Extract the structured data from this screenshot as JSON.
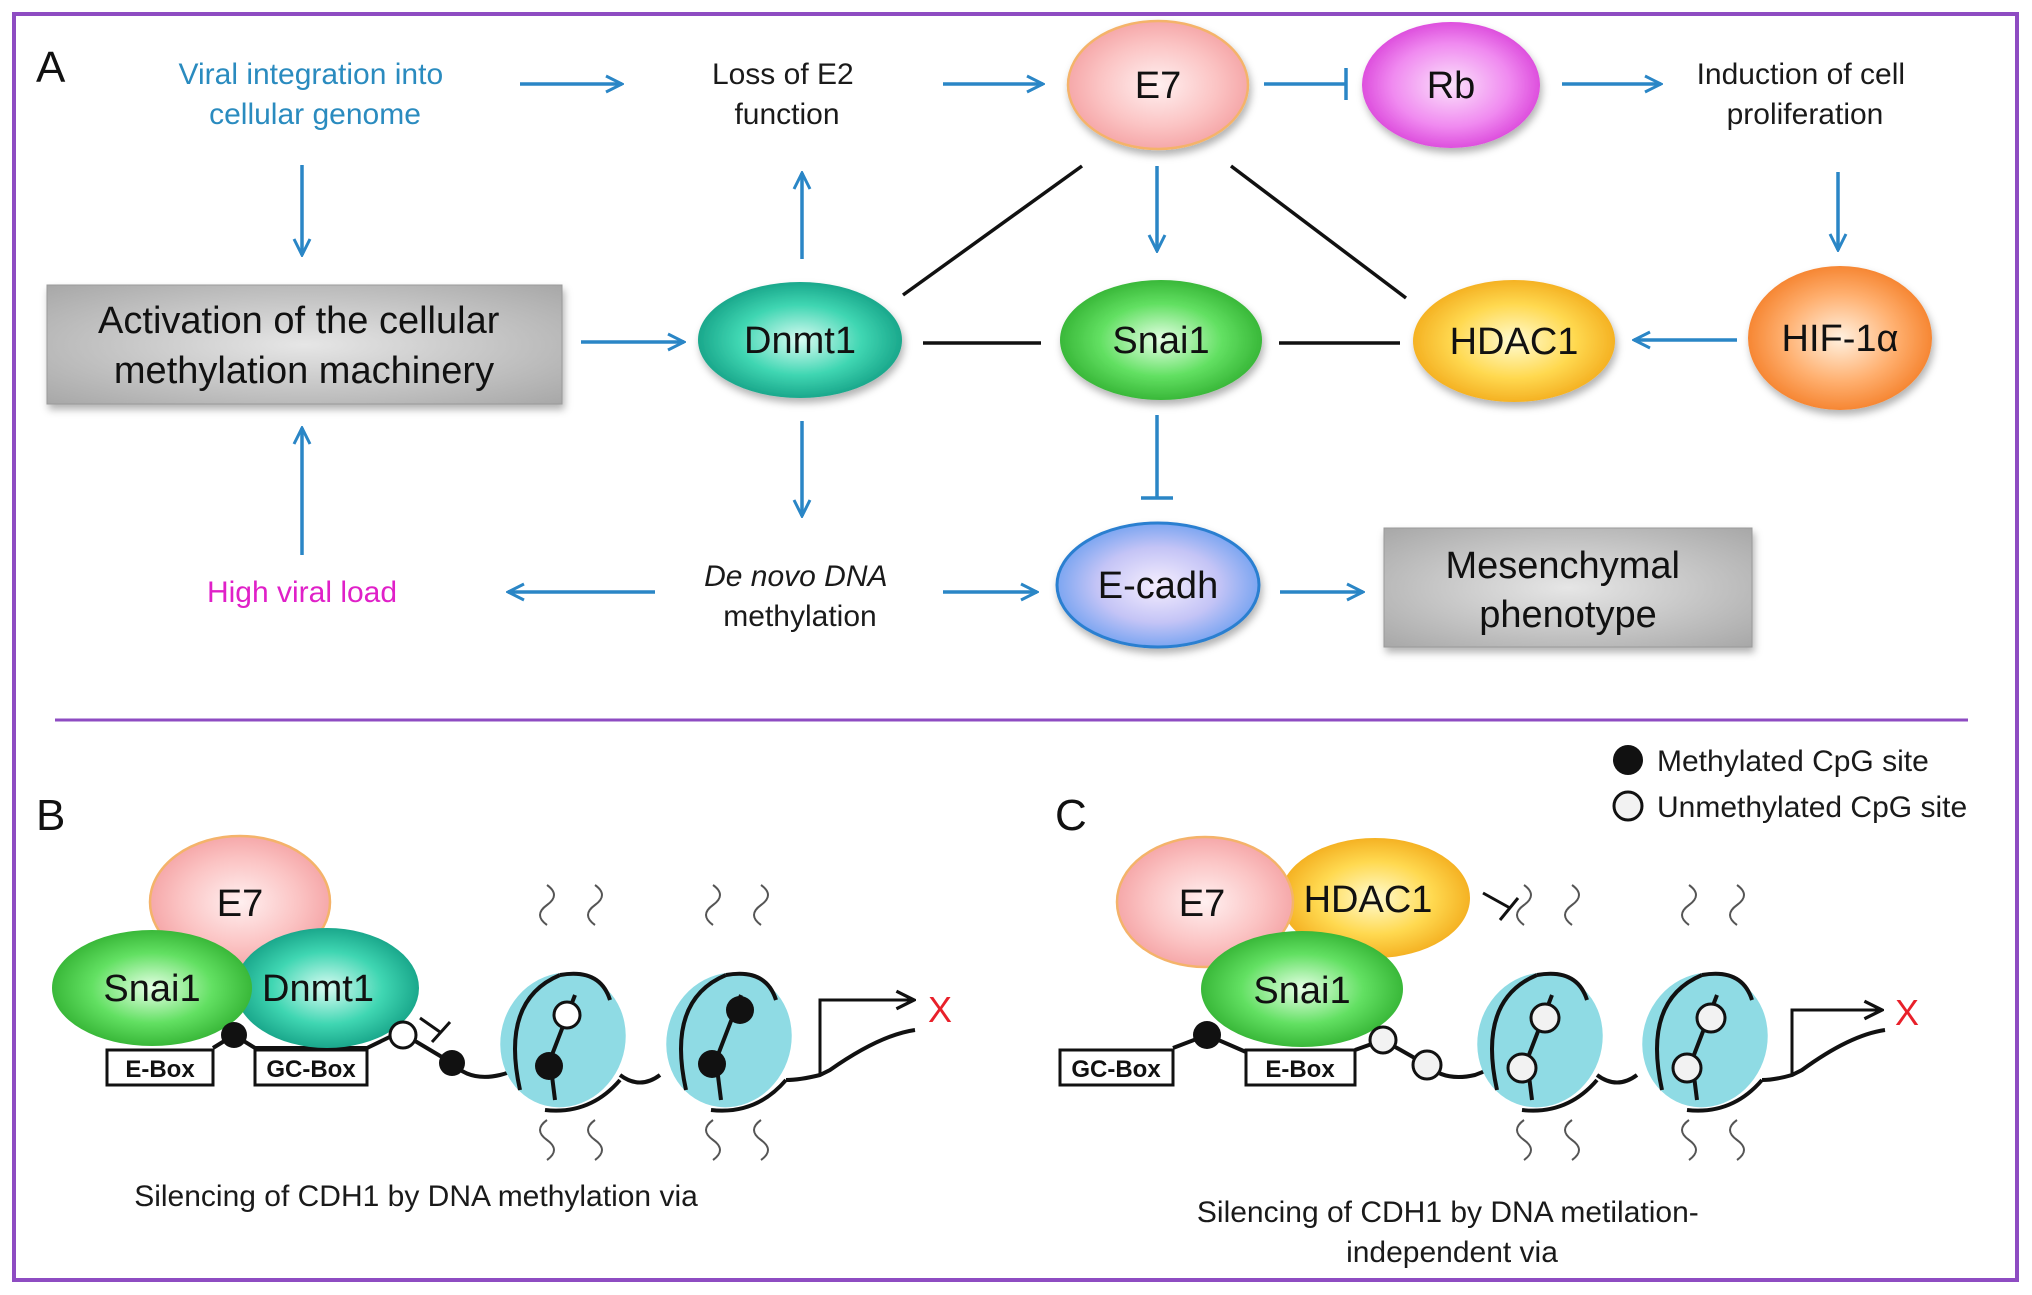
{
  "colors": {
    "frame": "#8e4cc2",
    "arrow": "#2a86c6",
    "link": "#111111",
    "viral_integration_text": "#2a8bbf",
    "high_viral_load_text": "#e020c8",
    "blocked_x": "#e8202a",
    "nucleosome": "#8fdbe4"
  },
  "panel_a": {
    "letter": "A",
    "viral_integration": [
      "Viral integration into",
      "cellular genome"
    ],
    "loss_e2": [
      "Loss of E2",
      "function"
    ],
    "induction": [
      "Induction of cell",
      "proliferation"
    ],
    "activation_box": [
      "Activation of the cellular",
      "methylation machinery"
    ],
    "high_viral_load": "High viral load",
    "de_novo": [
      "De novo DNA",
      "methylation"
    ],
    "mesenchymal_box": [
      "Mesenchymal",
      "phenotype"
    ],
    "nodes": {
      "e7": "E7",
      "rb": "Rb",
      "dnmt1": "Dnmt1",
      "snai1": "Snai1",
      "hdac1": "HDAC1",
      "hif1a": "HIF-1α",
      "ecadh": "E-cadh"
    }
  },
  "panel_b": {
    "letter": "B",
    "nodes": {
      "e7": "E7",
      "snai1": "Snai1",
      "dnmt1": "Dnmt1"
    },
    "site_boxes": [
      "E-Box",
      "GC-Box"
    ],
    "blocked_mark": "X",
    "caption": "Silencing of CDH1 by DNA methylation via"
  },
  "panel_c": {
    "letter": "C",
    "nodes": {
      "e7": "E7",
      "hdac1": "HDAC1",
      "snai1": "Snai1"
    },
    "site_boxes": [
      "GC-Box",
      "E-Box"
    ],
    "blocked_mark": "X",
    "caption": [
      "Silencing of CDH1 by DNA metilation-",
      "independent via"
    ]
  },
  "legend": {
    "methylated": "Methylated CpG site",
    "unmethylated": "Unmethylated CpG site"
  }
}
